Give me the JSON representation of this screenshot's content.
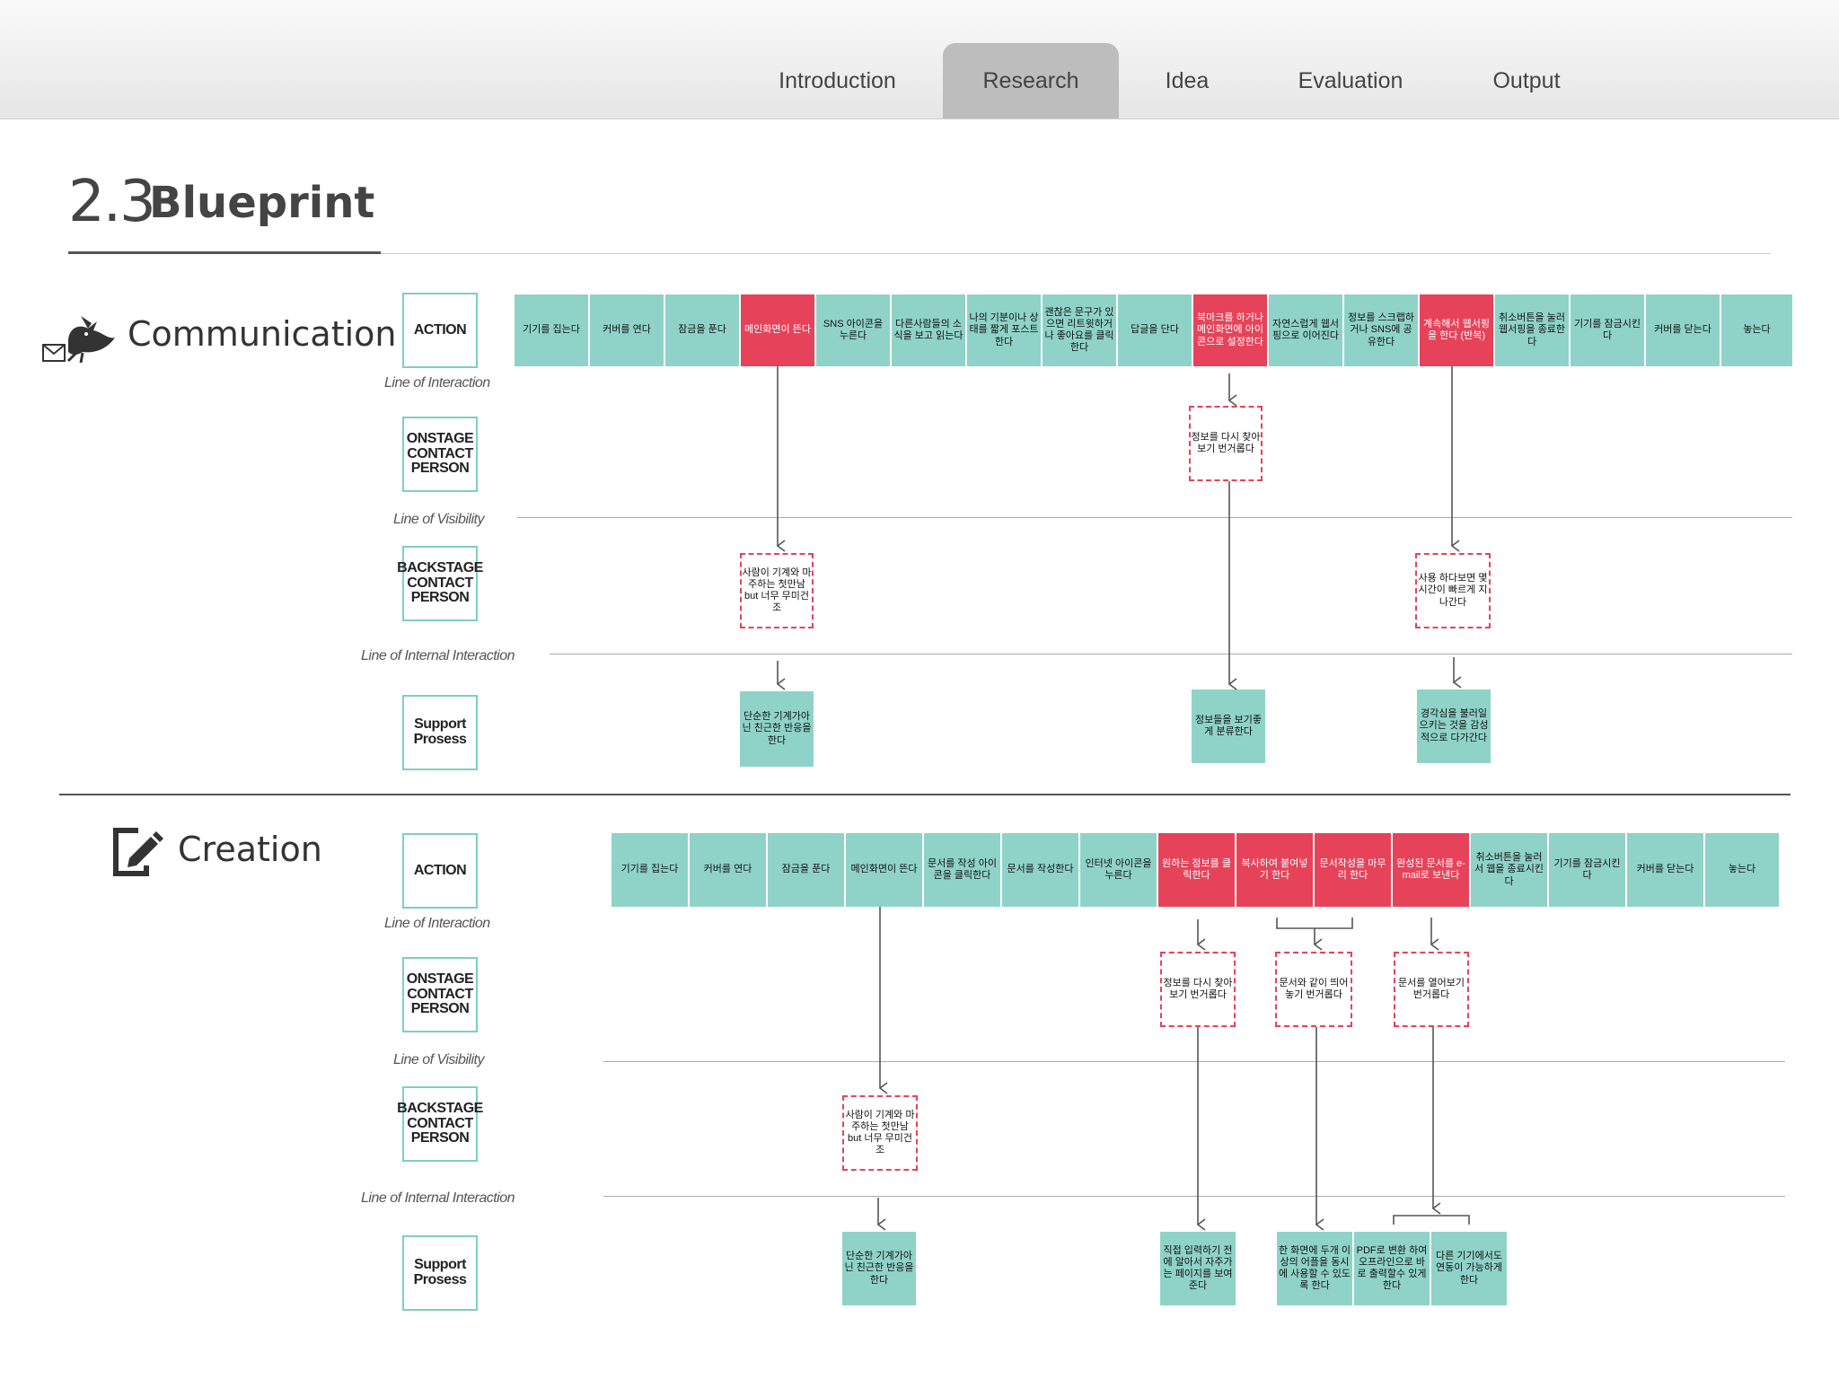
{
  "nav": {
    "tabs": [
      "Introduction",
      "Research",
      "Idea",
      "Evaluation",
      "Output"
    ],
    "active": "Research"
  },
  "title": {
    "number": "2.3",
    "word": "Blueprint"
  },
  "lanes": {
    "action": "ACTION",
    "onstage": "ONSTAGE CONTACT PERSON",
    "backstage": "BACKSTAGE CONTACT PERSON",
    "support": "Support Prosess"
  },
  "lines": {
    "interaction": "Line of Interaction",
    "visibility": "Line of Visibility",
    "internal": "Line of Internal Interaction"
  },
  "communication": {
    "title": "Communication",
    "actions": [
      {
        "text": "기기를 집는다",
        "color": "teal"
      },
      {
        "text": "커버를 연다",
        "color": "teal"
      },
      {
        "text": "잠금을 푼다",
        "color": "teal"
      },
      {
        "text": "메인화면이 뜬다",
        "color": "red"
      },
      {
        "text": "SNS 아이콘을 누른다",
        "color": "teal"
      },
      {
        "text": "다른사람들의 소식을 보고 읽는다",
        "color": "teal"
      },
      {
        "text": "나의 기분이나 상태를 짧게 포스트한다",
        "color": "teal"
      },
      {
        "text": "괜찮은 문구가 있으면 리트윗하거나 좋아요를 클릭한다",
        "color": "teal"
      },
      {
        "text": "답글을 단다",
        "color": "teal"
      },
      {
        "text": "북마크를 하거나 메인화면에 아이콘으로 설정한다",
        "color": "red"
      },
      {
        "text": "자연스럽게 웹서핑으로 이어진다",
        "color": "teal"
      },
      {
        "text": "정보를 스크랩하거나 SNS에 공유한다",
        "color": "teal"
      },
      {
        "text": "계속해서 웹서핑을 한다 (반복)",
        "color": "red"
      },
      {
        "text": "취소버튼을 눌러 웹서핑을 종료한다",
        "color": "teal"
      },
      {
        "text": "기기를 잠금시킨다",
        "color": "teal"
      },
      {
        "text": "커버를 닫는다",
        "color": "teal"
      },
      {
        "text": "놓는다",
        "color": "teal"
      }
    ],
    "onstage_notes": [
      "정보를 다시 찾아보기 번거롭다"
    ],
    "backstage_notes": [
      "사람이 기계와 마주하는 첫만남 but 너무 무미건조",
      "사용 하다보면 몇시간이 빠르게 지나간다"
    ],
    "support_items": [
      "단순한 기계가아닌 친근한 반응을 한다",
      "정보들을 보기좋게 분류한다",
      "경각심을 불러일으키는 것을 감성적으로 다가간다"
    ]
  },
  "creation": {
    "title": "Creation",
    "actions": [
      {
        "text": "기기를 집는다",
        "color": "teal"
      },
      {
        "text": "커버를 연다",
        "color": "teal"
      },
      {
        "text": "잠금을 푼다",
        "color": "teal"
      },
      {
        "text": "메인화면이 뜬다",
        "color": "teal"
      },
      {
        "text": "문서를 작성 아이콘을 클릭한다",
        "color": "teal"
      },
      {
        "text": "문서를 작성한다",
        "color": "teal"
      },
      {
        "text": "인터넷 아이콘을 누른다",
        "color": "teal"
      },
      {
        "text": "원하는 정보를 클릭한다",
        "color": "red"
      },
      {
        "text": "복사하여 붙여넣기 한다",
        "color": "red"
      },
      {
        "text": "문서작성을 마무리 한다",
        "color": "red"
      },
      {
        "text": "완성된 문서를 e-mail로 보낸다",
        "color": "red"
      },
      {
        "text": "취소버튼을 눌러서 웹을 종료시킨다",
        "color": "teal"
      },
      {
        "text": "기기를 잠금시킨다",
        "color": "teal"
      },
      {
        "text": "커버를 닫는다",
        "color": "teal"
      },
      {
        "text": "놓는다",
        "color": "teal"
      }
    ],
    "onstage_notes": [
      "정보를 다시 찾아보기 번거롭다",
      "문서와 같이 띄어놓기 번거롭다",
      "문서를 열어보기 번거롭다"
    ],
    "backstage_notes": [
      "사람이 기계와 마주하는 첫만남 but 너무 무미건조"
    ],
    "support_items": [
      "단순한 기계가아닌 친근한 반응을 한다",
      "직접 입력하기 전에 알아서 자주가는 페이지를 보여준다",
      "한 화면에 두개 이상의 어플을 동시에 사용할 수 있도록 한다",
      "PDF로 변환 하여 오프라인으로 바로 출력할수 있게한다",
      "다른 기기에서도 연동이 가능하게 한다"
    ]
  },
  "colors": {
    "teal": "#8fd3c8",
    "red": "#e6435a",
    "lane_border": "#7ecfc0"
  }
}
